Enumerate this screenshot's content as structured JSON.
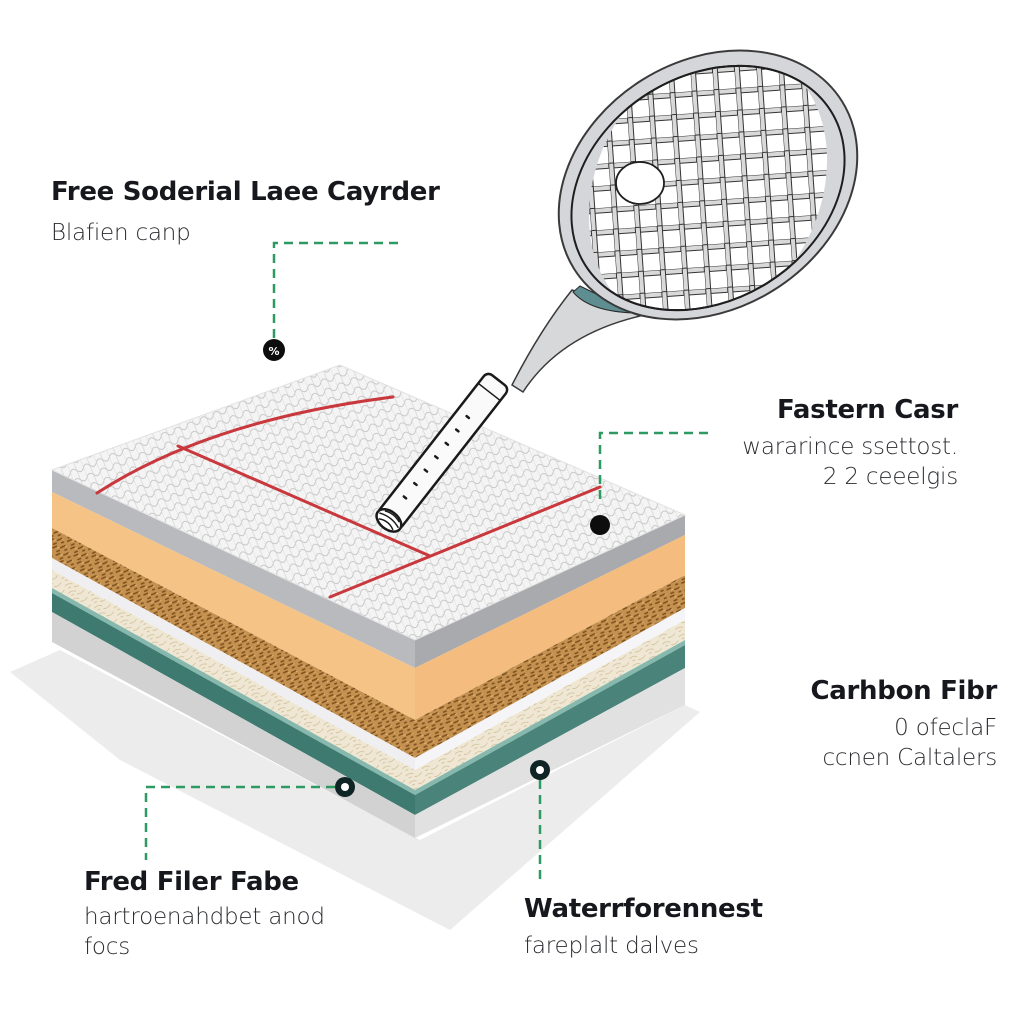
{
  "diagram": {
    "subject": "Layered court surface with tennis racket",
    "colors": {
      "connector": "#2e9a62",
      "marker": "#0d1f1f",
      "court_line": "#c8383c",
      "top_surface": "#f2f2f2",
      "cap_layer": "#b9babd",
      "orange_layer": "#f6c387",
      "cork_layer": "#b07a34",
      "white_layer": "#efeff1",
      "beige_layer": "#ece2c8",
      "teal_layer": "#3f7a70",
      "base_layer": "#d6d5d6"
    },
    "layers": [
      {
        "name": "surface-top",
        "color": "#f2f2f2"
      },
      {
        "name": "gray-cap",
        "color": "#b9babd"
      },
      {
        "name": "orange-foam",
        "color": "#f6c387"
      },
      {
        "name": "cork-granules",
        "color": "#b07a34"
      },
      {
        "name": "white-membrane",
        "color": "#efeff1"
      },
      {
        "name": "beige-fiber",
        "color": "#ece2c8"
      },
      {
        "name": "teal-layer",
        "color": "#3f7a70"
      },
      {
        "name": "gray-base",
        "color": "#d6d5d6"
      }
    ]
  },
  "callouts": [
    {
      "id": "top-left",
      "title": "Free Soderial Laee Cayrder",
      "lines": [
        "Blafien canp"
      ],
      "marker": "%"
    },
    {
      "id": "right-upper",
      "title": "Fastern Casr",
      "lines": [
        "wararince ssettost.",
        "2 2 ceeelgis"
      ]
    },
    {
      "id": "right-lower",
      "title": "Carhbon Fibr",
      "lines": [
        "0 ofeclaF",
        "ccnen Caltalers"
      ]
    },
    {
      "id": "bottom-left",
      "title": "Fred Filer Fabe",
      "lines": [
        "hartroenahdbet anod",
        "focs"
      ]
    },
    {
      "id": "bottom-center",
      "title": "Waterrforennest",
      "lines": [
        "fareplalt dalves"
      ]
    }
  ]
}
